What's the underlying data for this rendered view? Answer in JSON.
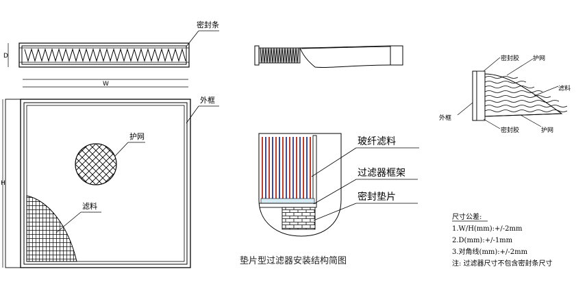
{
  "labels": {
    "seal_strip": "密封条",
    "outer_frame": "外框",
    "mesh": "护网",
    "media": "滤料",
    "dim_w": "W",
    "dim_d": "D",
    "dim_h": "H"
  },
  "detail": {
    "glass_fiber_media": "玻纤滤料",
    "filter_frame": "过滤器框架",
    "seal_gasket": "密封垫片"
  },
  "caption": "垫片型过滤器安装结构简图",
  "side_view": {
    "sealant_top": "密封胶",
    "mesh_top": "护网",
    "media": "滤料",
    "outer_frame": "外框",
    "sealant_bottom": "密封胶",
    "mesh_bottom": "护网"
  },
  "tolerance": {
    "title": "尺寸公差:",
    "lines": [
      "1.W/H(mm):+/-2mm",
      "2.D(mm):+/-1mm",
      "3.对角线(mm):+/-2mm",
      "注: 过滤器尺寸不包含密封条尺寸"
    ]
  }
}
